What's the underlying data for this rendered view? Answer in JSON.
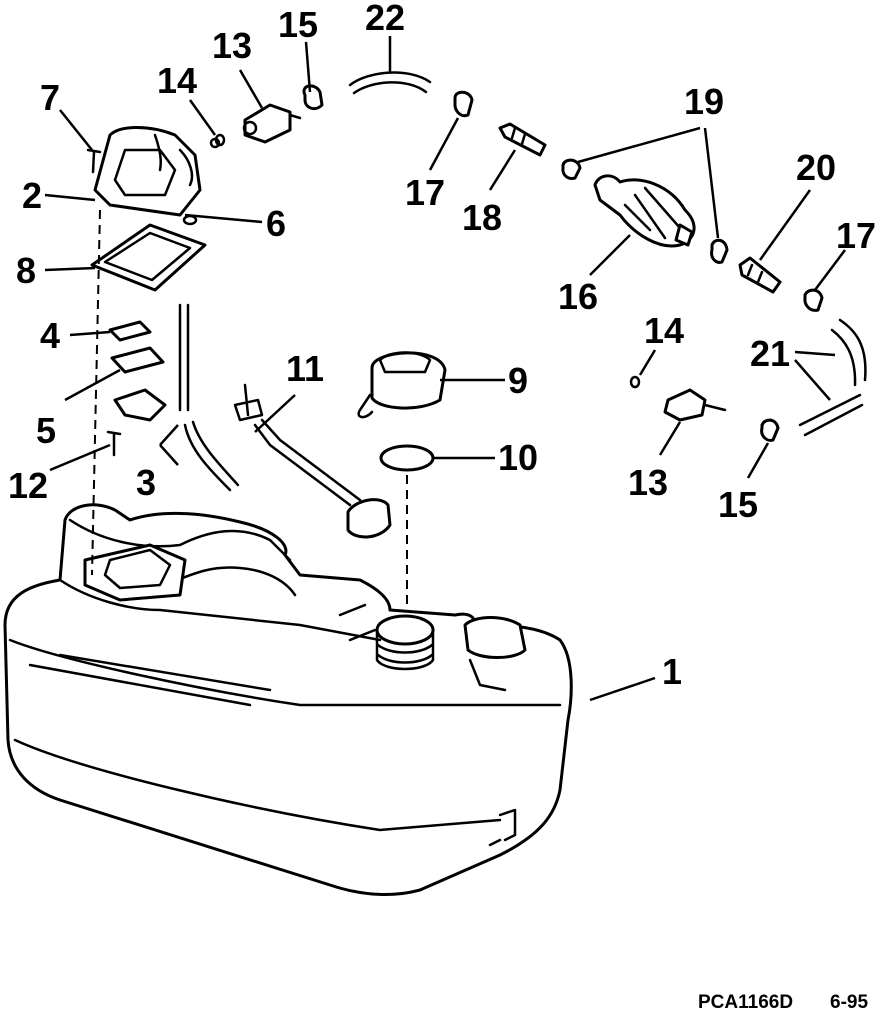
{
  "diagram": {
    "callouts": {
      "c1": "1",
      "c2": "2",
      "c3": "3",
      "c4": "4",
      "c5": "5",
      "c6": "6",
      "c7": "7",
      "c8": "8",
      "c9": "9",
      "c10": "10",
      "c11": "11",
      "c12": "12",
      "c13a": "13",
      "c13b": "13",
      "c14a": "14",
      "c14b": "14",
      "c15a": "15",
      "c15b": "15",
      "c16": "16",
      "c17a": "17",
      "c17b": "17",
      "c18": "18",
      "c19": "19",
      "c20": "20",
      "c21": "21",
      "c22": "22"
    },
    "footer": {
      "code": "PCA1166D",
      "date": "6-95"
    }
  }
}
